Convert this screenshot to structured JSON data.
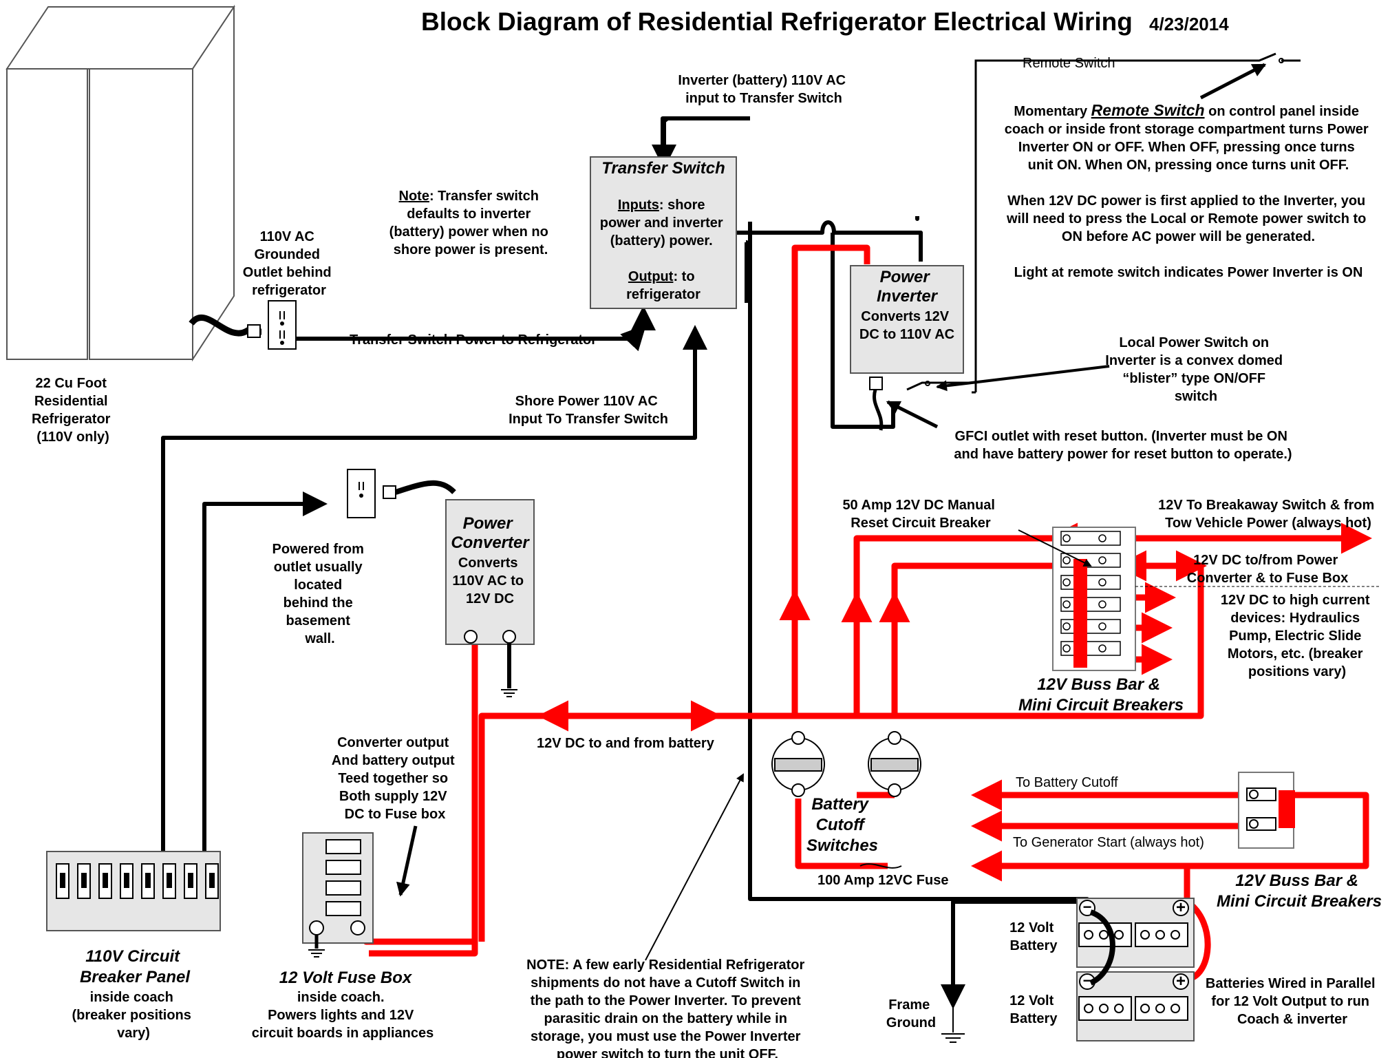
{
  "title": "Block Diagram of Residential Refrigerator Electrical Wiring",
  "date": "4/23/2014",
  "colors": {
    "dc_wire": "#ff0000",
    "ac_wire": "#000000",
    "box_fill": "#e6e6e6"
  },
  "refrigerator": {
    "label": [
      "22 Cu Foot",
      "Residential",
      "Refrigerator",
      "(110V only)"
    ]
  },
  "outlet_label": [
    "110V AC",
    "Grounded",
    "Outlet behind",
    "refrigerator"
  ],
  "transfer_power_label": "Transfer Switch Power to Refrigerator",
  "transfer_note": {
    "prefix": "Note",
    "lines": [
      ": Transfer switch",
      "defaults to inverter",
      "(battery) power when no",
      "shore power is present."
    ]
  },
  "transfer_switch": {
    "title": "Transfer Switch",
    "inputs_label": "Inputs",
    "inputs_lines": [
      ": shore",
      "power and inverter",
      "(battery) power."
    ],
    "output_label": "Output",
    "output_lines": [
      ": to",
      "refrigerator"
    ]
  },
  "inverter_input_label": [
    "Inverter (battery) 110V AC",
    "input to Transfer Switch"
  ],
  "shore_power_label": [
    "Shore Power 110V AC",
    "Input To Transfer Switch"
  ],
  "power_inverter": {
    "title": [
      "Power",
      "Inverter"
    ],
    "desc": [
      "Converts 12V",
      "DC to 110V AC"
    ]
  },
  "remote_switch_label": "Remote Switch",
  "remote_note": {
    "prefix": "Momentary ",
    "link": "Remote Switch",
    "lines": [
      " on control panel inside",
      "coach or inside front storage compartment turns Power",
      "Inverter ON or OFF.   When OFF, pressing once turns",
      "unit ON.  When ON, pressing once turns unit OFF."
    ]
  },
  "dc_power_note": [
    "When 12V DC power is first applied to the Inverter, you",
    "will need to press the Local or Remote power switch to",
    "ON before AC power will be generated."
  ],
  "light_note": "Light at remote switch indicates Power Inverter is ON",
  "local_switch_note": [
    "Local Power Switch on",
    "Inverter is a convex domed",
    "“blister” type ON/OFF",
    "switch"
  ],
  "gfci_note": [
    "GFCI outlet with reset button.  (Inverter must be ON",
    "and have battery power for reset button to operate.)"
  ],
  "power_converter": {
    "title": [
      "Power",
      "Converter"
    ],
    "desc": [
      "Converts",
      "110V AC to",
      "12V DC"
    ]
  },
  "converter_outlet_note": [
    "Powered from",
    "outlet usually",
    "located",
    "behind the",
    "basement",
    "wall."
  ],
  "breaker_panel": {
    "title": [
      "110V Circuit",
      "Breaker Panel"
    ],
    "desc": [
      "inside coach",
      "(breaker positions",
      "vary)"
    ]
  },
  "fuse_box": {
    "title": "12 Volt Fuse Box",
    "desc": [
      "inside coach.",
      "Powers lights and 12V",
      "circuit boards in appliances"
    ]
  },
  "converter_output_note": [
    "Converter output",
    "And battery output",
    "Teed together so",
    "Both supply 12V",
    "DC to Fuse box"
  ],
  "dc_battery_label": "12V DC to and from battery",
  "breaker_50a_label": [
    "50 Amp 12V DC Manual",
    "Reset Circuit Breaker"
  ],
  "breakaway_label": [
    "12V To Breakaway Switch & from",
    "Tow Vehicle Power (always hot)"
  ],
  "dc_converter_fuse_label": [
    "12V DC to/from Power",
    "Converter & to Fuse Box"
  ],
  "high_current_label": [
    "12V DC to high current",
    "devices: Hydraulics",
    "Pump, Electric Slide",
    "Motors, etc. (breaker",
    "positions vary)"
  ],
  "buss_bar_label": [
    "12V Buss Bar &",
    "Mini Circuit Breakers"
  ],
  "cutoff_label": [
    "Battery",
    "Cutoff",
    "Switches"
  ],
  "to_cutoff_label": "To Battery Cutoff",
  "to_generator_label": "To Generator Start (always hot)",
  "fuse_100a_label": "100 Amp 12VC Fuse",
  "buss_bar2_label": [
    "12V Buss Bar &",
    "Mini Circuit Breakers"
  ],
  "battery_label": [
    "12 Volt",
    "Battery"
  ],
  "frame_ground_label": [
    "Frame",
    "Ground"
  ],
  "parallel_label": [
    "Batteries Wired in Parallel",
    "for 12 Volt Output to run",
    "Coach & inverter"
  ],
  "early_note": [
    "NOTE:  A few early Residential Refrigerator",
    "shipments do not have a Cutoff Switch in",
    "the path to the Power Inverter.  To prevent",
    "parasitic drain on the battery while in",
    "storage, you must use the Power Inverter",
    "power switch to turn the unit OFF."
  ]
}
